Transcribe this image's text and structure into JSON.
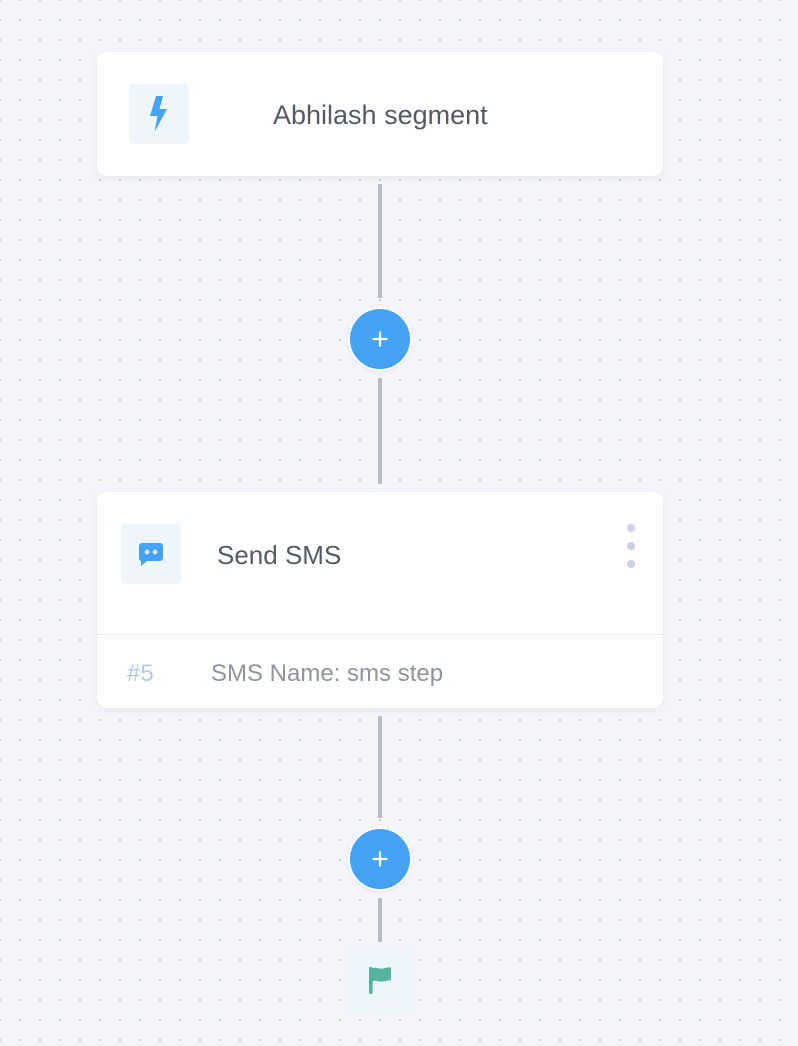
{
  "trigger": {
    "title": "Abhilash segment",
    "icon": "lightning-bolt-icon"
  },
  "step": {
    "title": "Send SMS",
    "icon": "sms-chat-icon",
    "number": "#5",
    "detail": "SMS Name: sms step",
    "menu_icon": "kebab-menu-icon"
  },
  "add_button": {
    "icon": "plus-icon"
  },
  "end": {
    "icon": "flag-icon"
  },
  "colors": {
    "accent": "#45a3f5",
    "canvas": "#f3f5fa",
    "flag": "#56b39f",
    "connector": "#b9bcc4"
  }
}
